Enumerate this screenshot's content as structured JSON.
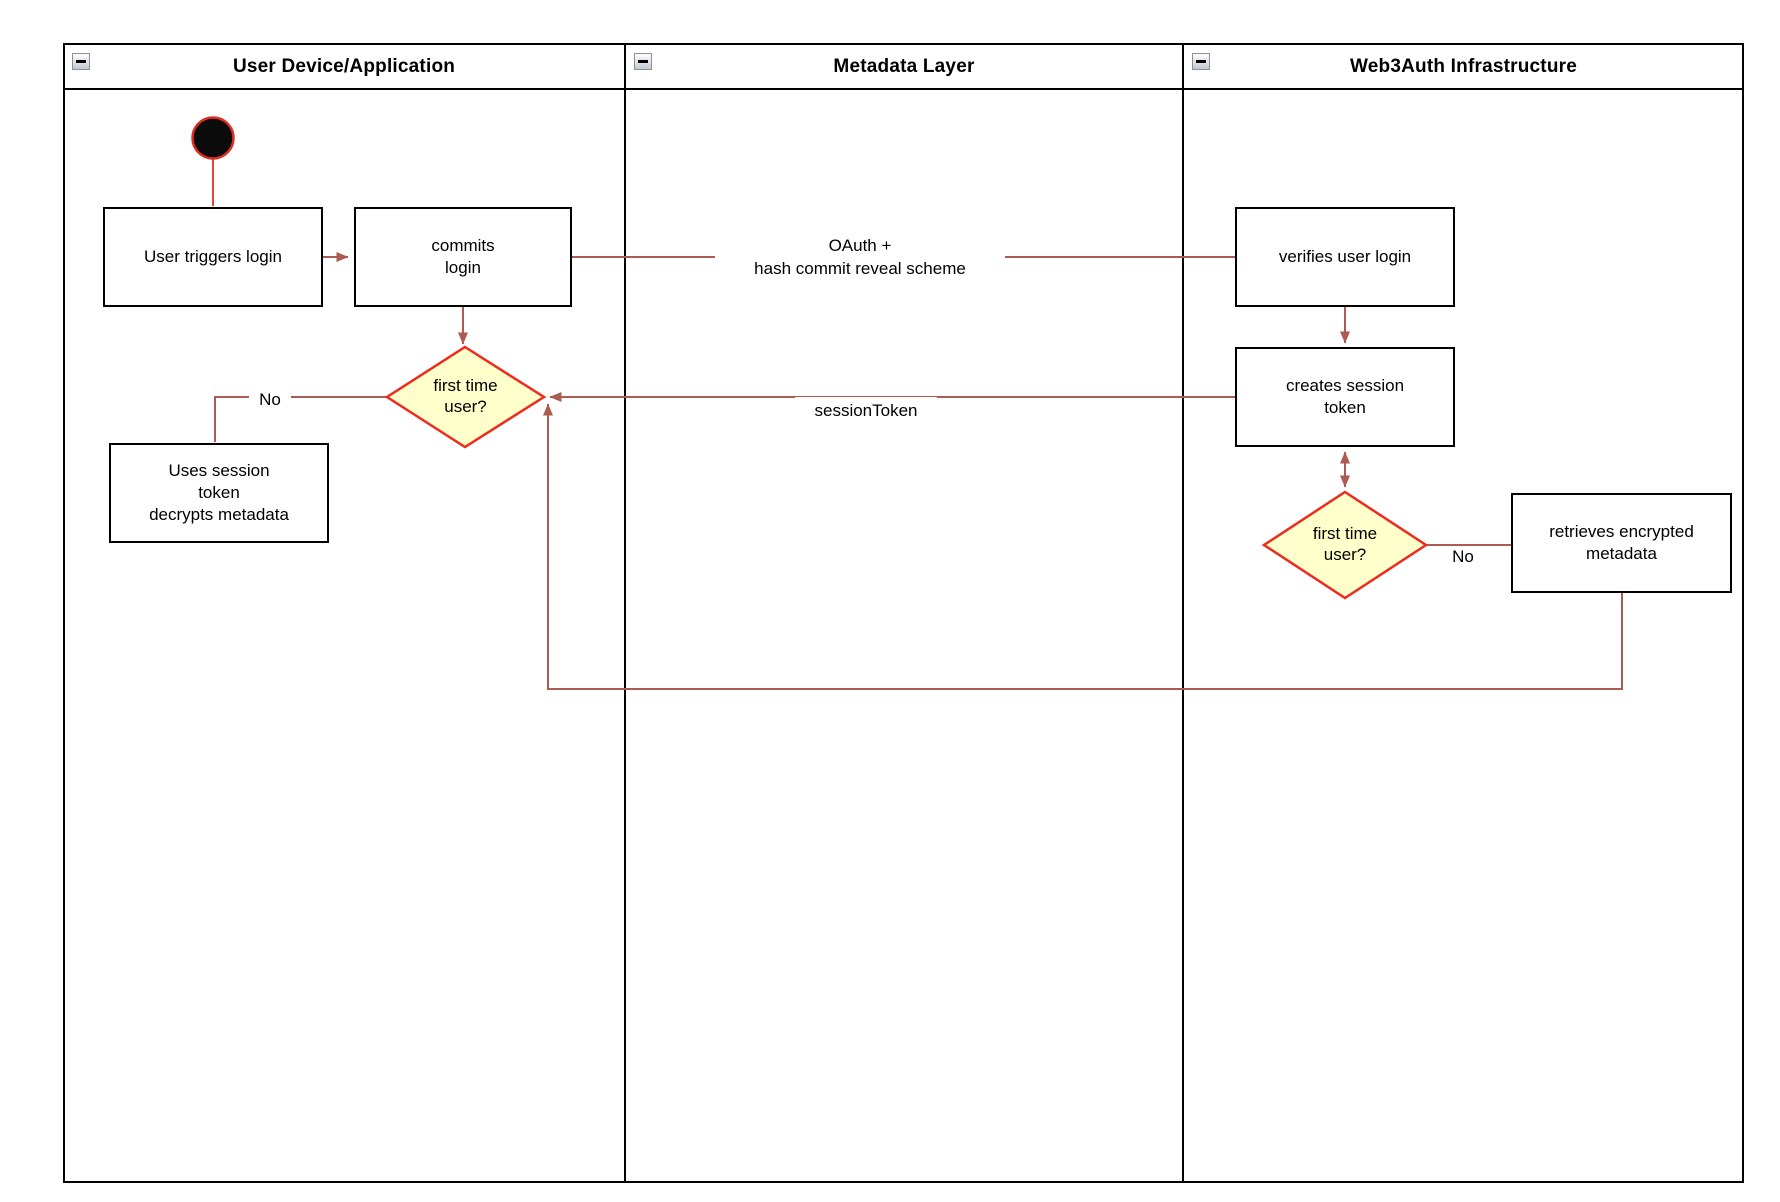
{
  "colors": {
    "edge": "#ad5a52",
    "start_edge": "#e0463c",
    "decision_fill": "#ffffcc",
    "decision_stroke": "#ee2b1c",
    "start_fill": "#0b0b0b",
    "start_stroke": "#e02d23",
    "node_border": "#000000",
    "lane_border": "#000000"
  },
  "lanes": [
    {
      "title": "User Device/Application"
    },
    {
      "title": "Metadata Layer"
    },
    {
      "title": "Web3Auth Infrastructure"
    }
  ],
  "icons": {
    "collapse": "minus-square"
  },
  "nodes": {
    "user_triggers": "User triggers login",
    "commits": "commits\nlogin",
    "verifies": "verifies user login",
    "creates": "creates session\ntoken",
    "uses_session": "Uses session\ntoken\ndecrypts metadata",
    "retrieves": "retrieves encrypted\nmetadata",
    "decision_user": "first time\nuser?",
    "decision_web3": "first time\nuser?"
  },
  "edge_labels": {
    "oauth": "OAuth +\nhash commit reveal scheme",
    "session_token": "sessionToken",
    "no_user": "No",
    "no_web3": "No"
  }
}
